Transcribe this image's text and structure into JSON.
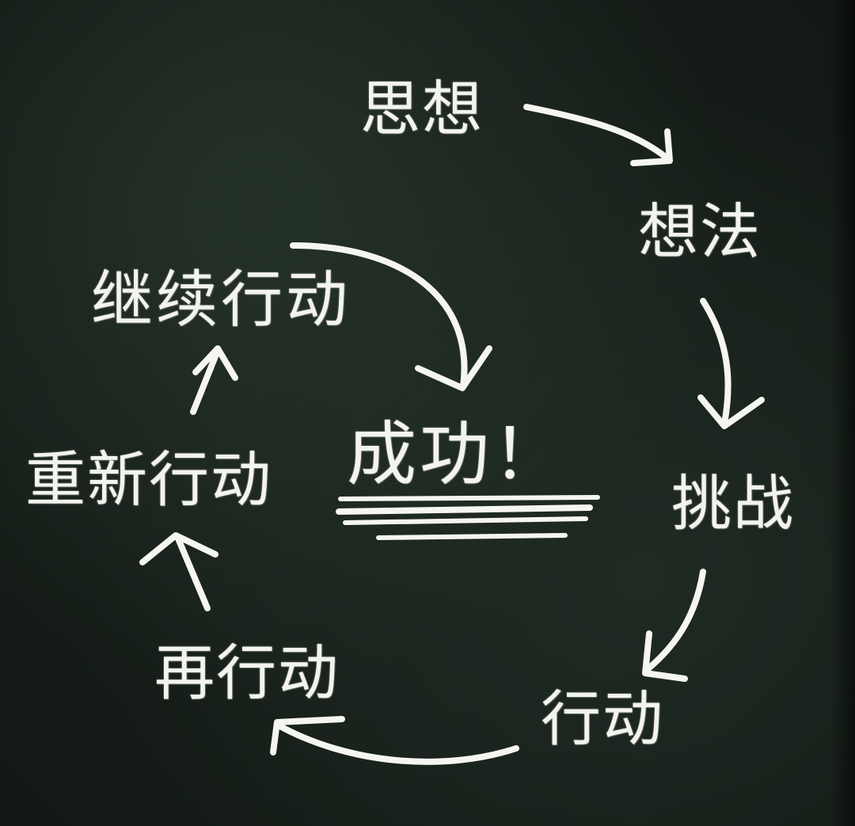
{
  "diagram": {
    "nodes": {
      "sixiang": "思想",
      "xiangfa": "想法",
      "tiaozhan": "挑战",
      "xingdong": "行动",
      "zai_xingdong": "再行动",
      "chongxin_xingdong": "重新行动",
      "jixu_xingdong": "继续行动",
      "success": "成功！"
    },
    "flow": [
      "思想",
      "想法",
      "挑战",
      "行动",
      "再行动",
      "重新行动",
      "继续行动",
      "成功！"
    ],
    "colors": {
      "chalk": "#f4f4ee",
      "board": "#1b241e"
    }
  }
}
